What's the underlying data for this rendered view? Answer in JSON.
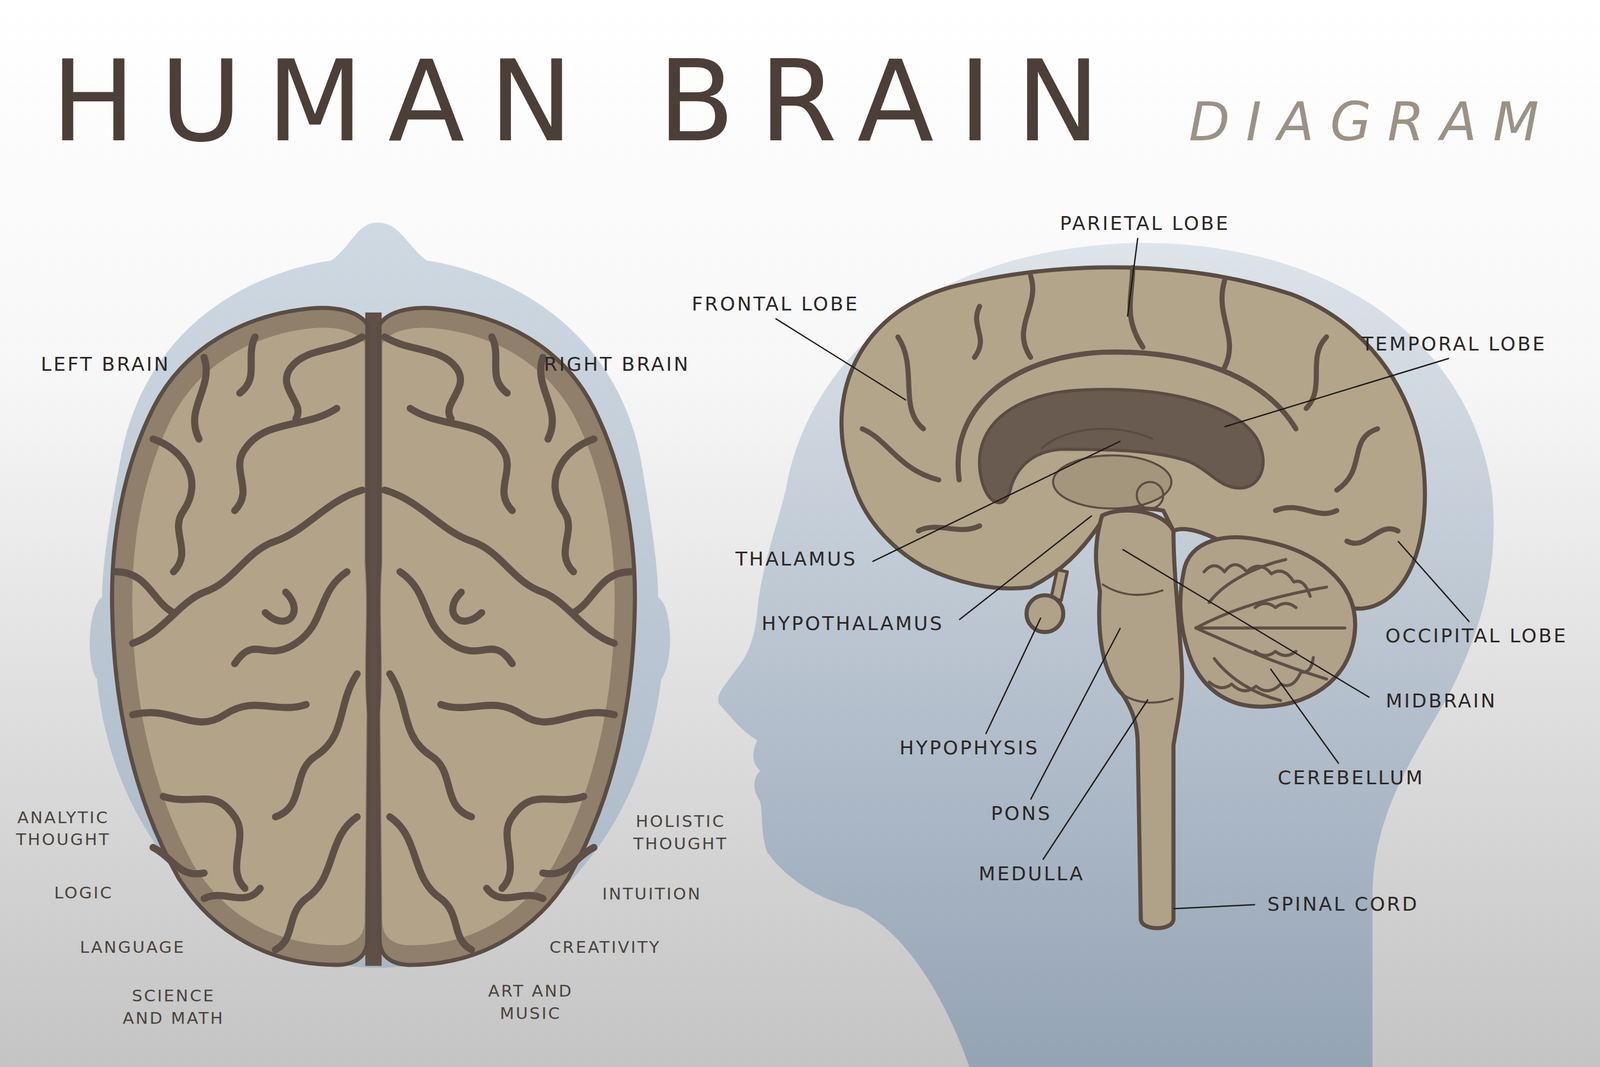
{
  "diagram": {
    "title": "HUMAN BRAIN",
    "labels": [
      "DIAGRAM",
      "PARIETAL LOBE",
      "LEFT BRAIN",
      "RIGHT BRAIN",
      "FRONTAL LOBE",
      "TEMPORAL LOBE",
      "THALAMUS",
      "HYPOTHALAMUS",
      "OCCIPITAL LOBE",
      "MIDBRAIN",
      "HYPOPHYSIS",
      "CEREBELLUM",
      "PONS",
      "ANALYTIC THOUGHT",
      "HOLISTIC THOUGHT",
      "MEDULLA",
      "LOGIC",
      "INTUITION",
      "SPINAL CORD",
      "LANGUAGE",
      "CREATIVITY",
      "SCIENCE AND MATH",
      "ART AND MUSIC"
    ]
  }
}
